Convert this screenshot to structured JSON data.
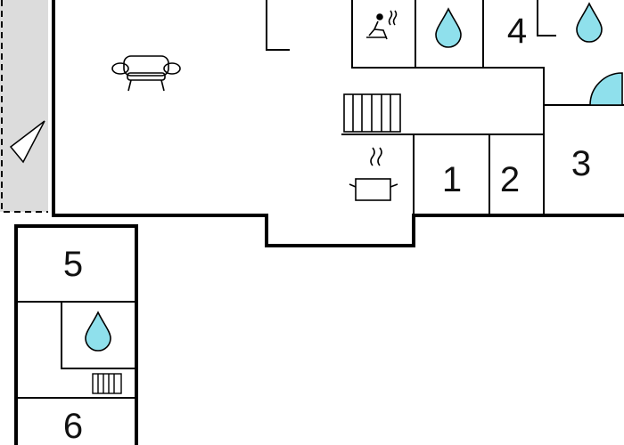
{
  "colors": {
    "wall": "#000000",
    "terrace_fill": "#dcdcdc",
    "water": "#8fe0ec",
    "door_arc": "#8fe0ec",
    "background": "#ffffff"
  },
  "icons": [
    "sofa-icon",
    "sauna-icon",
    "water-drop-icon",
    "radiator-icon",
    "cooking-pot-icon",
    "door-swing-icon",
    "direction-arrow-icon"
  ],
  "rooms": {
    "room_1": "1",
    "room_2": "2",
    "room_3": "3",
    "room_4": "4",
    "room_5": "5",
    "room_6": "6"
  }
}
